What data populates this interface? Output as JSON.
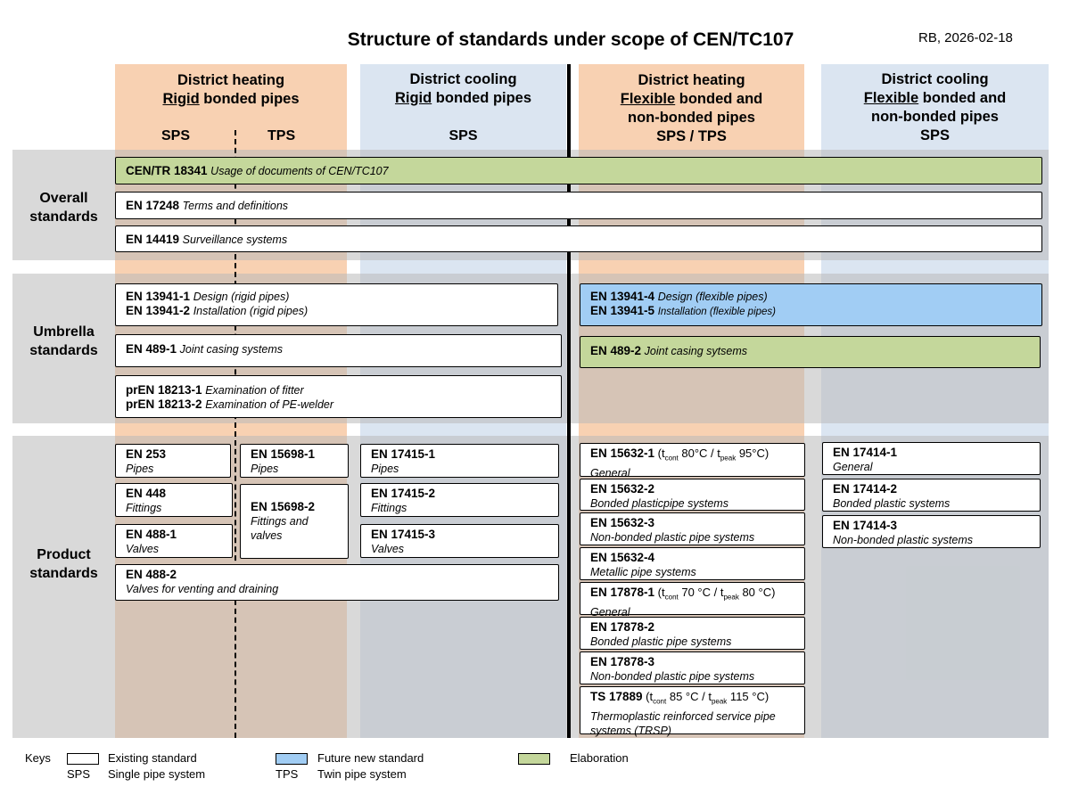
{
  "title": "Structure of standards under scope of CEN/TC107",
  "date": "RB, 2026-02-18",
  "columns": [
    {
      "l1": "District heating",
      "l2u": "Rigid",
      "l2": " bonded pipes",
      "sub_a": "SPS",
      "sub_b": "TPS"
    },
    {
      "l1": "District cooling",
      "l2u": "Rigid",
      "l2": " bonded pipes",
      "sub": "SPS"
    },
    {
      "l1": "District heating",
      "l2u": "Flexible",
      "l2": " bonded and",
      "l3": "non-bonded pipes",
      "sub": "SPS / TPS"
    },
    {
      "l1": "District cooling",
      "l2u": "Flexible",
      "l2": " bonded and",
      "l3": "non-bonded pipes",
      "sub": "SPS"
    }
  ],
  "rows": {
    "overall": {
      "l1": "Overall",
      "l2": "standards"
    },
    "umbrella": {
      "l1": "Umbrella",
      "l2": "standards"
    },
    "product": {
      "l1": "Product",
      "l2": "standards"
    }
  },
  "overall": [
    {
      "code": "CEN/TR 18341",
      "desc": "Usage of documents of CEN/TC107"
    },
    {
      "code": "EN 17248",
      "desc": "Terms and definitions"
    },
    {
      "code": "EN 14419",
      "desc": "Surveillance systems"
    }
  ],
  "umbrella": {
    "design": {
      "code1": "EN 13941-1",
      "desc1": "Design (rigid pipes)",
      "code2": "EN 13941-2",
      "desc2": "Installation (rigid pipes)"
    },
    "joint": {
      "code": "EN 489-1",
      "desc": "Joint casing systems"
    },
    "exam": {
      "code1": "prEN 18213-1",
      "desc1": "Examination of fitter",
      "code2": "prEN 18213-2",
      "desc2": "Examination of PE-welder"
    },
    "flex_design": {
      "code1": "EN 13941-4",
      "desc1": "Design (flexible pipes)",
      "code2": "EN 13941-5",
      "desc2": "Installation (flexible pipes)"
    },
    "flex_joint": {
      "code": "EN 489-2",
      "desc": "Joint casing sytsems"
    }
  },
  "product": {
    "dh_sps": [
      {
        "code": "EN 253",
        "desc": "Pipes"
      },
      {
        "code": "EN 448",
        "desc": "Fittings"
      },
      {
        "code": "EN 488-1",
        "desc": "Valves"
      }
    ],
    "dh_tps": [
      {
        "code": "EN 15698-1",
        "desc": "Pipes"
      },
      {
        "code": "EN 15698-2",
        "desc1": "Fittings and",
        "desc2": "valves"
      }
    ],
    "dh_vent": {
      "code": "EN 488-2",
      "desc": "Valves for venting and draining"
    },
    "dc": [
      {
        "code": "EN 17415-1",
        "desc": "Pipes"
      },
      {
        "code": "EN 17415-2",
        "desc": "Fittings"
      },
      {
        "code": "EN 17415-3",
        "desc": "Valves"
      }
    ],
    "flex_dh": [
      {
        "code": "EN 15632-1",
        "pre": " (t",
        "s1": "cont",
        "mid": " 80°C / t",
        "s2": "peak",
        "post": " 95°C)",
        "desc": "General"
      },
      {
        "code": "EN 15632-2",
        "desc": "Bonded plasticpipe systems"
      },
      {
        "code": "EN 15632-3",
        "desc": "Non-bonded plastic pipe systems"
      },
      {
        "code": "EN 15632-4",
        "desc": "Metallic pipe systems"
      },
      {
        "code": "EN 17878-1",
        "pre": " (t",
        "s1": "cont",
        "mid": " 70 °C / t",
        "s2": "peak",
        "post": " 80 °C)",
        "desc": "General"
      },
      {
        "code": "EN 17878-2",
        "desc": "Bonded plastic pipe systems"
      },
      {
        "code": "EN 17878-3",
        "desc": "Non-bonded plastic pipe systems"
      },
      {
        "code": "TS 17889",
        "pre": " (t",
        "s1": "cont",
        "mid": " 85 °C / t",
        "s2": "peak",
        "post": " 115 °C)",
        "desc1": "Thermoplastic reinforced service pipe",
        "desc2": "systems (TRSP)"
      }
    ],
    "flex_dc": [
      {
        "code": "EN 17414-1",
        "desc": "General"
      },
      {
        "code": "EN 17414-2",
        "desc": "Bonded plastic systems"
      },
      {
        "code": "EN 17414-3",
        "desc": "Non-bonded plastic systems"
      }
    ]
  },
  "keys": {
    "label": "Keys",
    "existing": "Existing standard",
    "future": "Future new standard",
    "elaboration": "Elaboration",
    "sps": "SPS",
    "sps_desc": "Single pipe system",
    "tps": "TPS",
    "tps_desc": "Twin pipe system",
    "colors": {
      "existing": "#ffffff",
      "future": "#a1cdf4",
      "elaboration": "#c4d79b"
    }
  }
}
